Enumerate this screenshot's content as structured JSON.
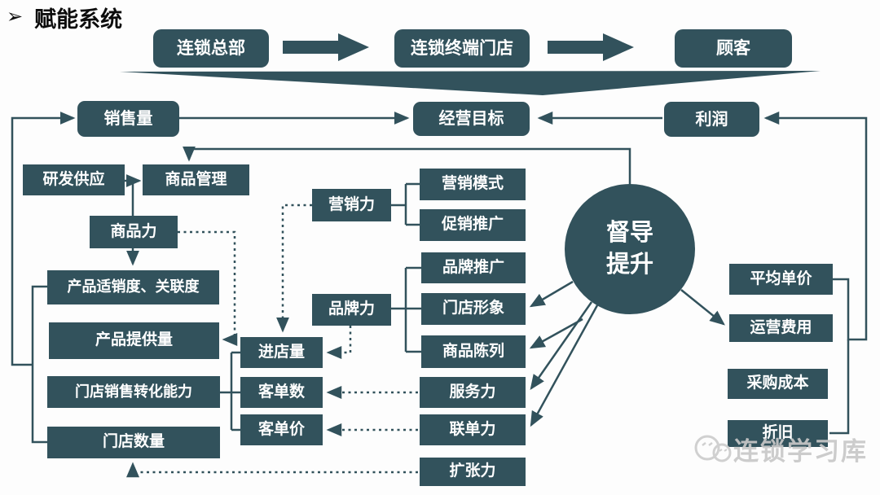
{
  "page_title": "赋能系统",
  "top_chain": {
    "hq": "连锁总部",
    "store": "连锁终端门店",
    "customer": "顾客"
  },
  "kpi_row": {
    "sales": "销售量",
    "goal": "经营目标",
    "profit": "利润"
  },
  "left": {
    "rd_supply": "研发供应",
    "merch_mgmt": "商品管理",
    "product_power": "商品力",
    "fit": "产品适销度、关联度",
    "supply_qty": "产品提供量",
    "conversion": "门店销售转化能力",
    "store_count": "门店数量"
  },
  "middle": {
    "marketing_power": "营销力",
    "marketing_model": "营销模式",
    "promotion": "促销推广",
    "brand_promo": "品牌推广",
    "brand_power": "品牌力",
    "store_image": "门店形象",
    "display": "商品陈列",
    "traffic": "进店量",
    "ticket_count": "客单数",
    "ticket_price": "客单价",
    "service_power": "服务力",
    "upsell_power": "联单力",
    "expansion_power": "扩张力"
  },
  "center_circle": {
    "line1": "督导",
    "line2": "提升"
  },
  "right": {
    "avg_price": "平均单价",
    "op_cost": "运营费用",
    "purchase_cost": "采购成本",
    "depreciation": "折旧"
  },
  "watermark": {
    "label": "连锁学习库"
  },
  "colors": {
    "node": "#32525c",
    "line": "#32525c",
    "text_on_node": "#ffffff",
    "watermark": "#c8c8c8"
  }
}
